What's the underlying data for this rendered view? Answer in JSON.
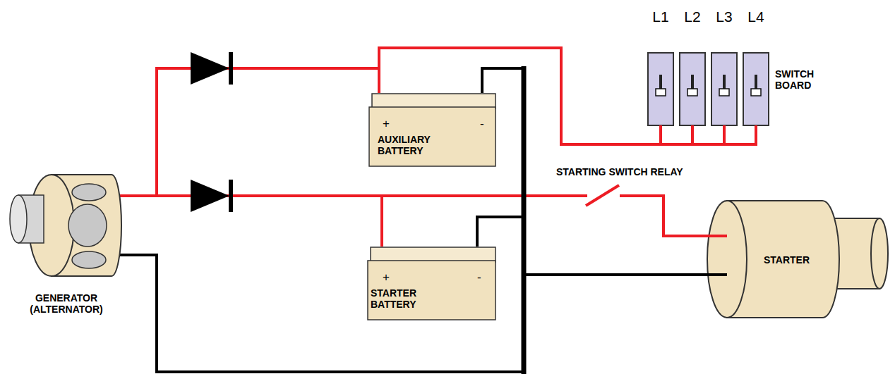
{
  "diagram": {
    "nodes": [
      {
        "text": [
          "+",
          "-",
          "AUXILIARY BATTERY"
        ]
      },
      {
        "text": [
          "SWITCH BOARD"
        ]
      },
      {
        "text": [
          "GENERATOR (ALTERNATOR)"
        ]
      },
      {
        "text": [
          "+",
          "-",
          "STARTER BATTERY"
        ]
      },
      {
        "text": [
          "STARTER"
        ]
      }
    ],
    "edges": [
      {
        "from": 2,
        "to": 0,
        "arrow": "none"
      },
      {
        "from": 2,
        "to": 3,
        "arrow": "none"
      },
      {
        "from": 0,
        "to": 1,
        "arrow": "none"
      },
      {
        "from": 3,
        "to": 4,
        "arrow": "none",
        "label": "STARTING SWITCH RELAY"
      },
      {
        "from": 2,
        "to": 4,
        "arrow": "none"
      },
      {
        "from": 0,
        "to": 4,
        "arrow": "none"
      },
      {
        "from": 3,
        "to": 4,
        "arrow": "none"
      }
    ],
    "labels": [
      "L1",
      "L2",
      "L3",
      "L4"
    ]
  }
}
